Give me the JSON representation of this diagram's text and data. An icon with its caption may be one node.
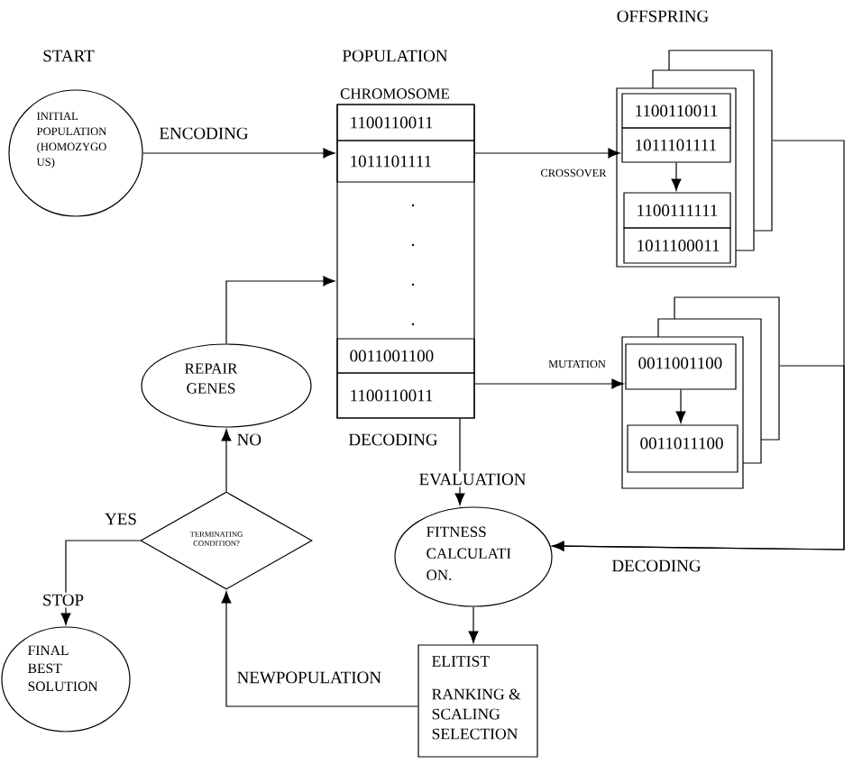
{
  "diagram": {
    "nodes": [
      {
        "text": [
          "INITIAL POPULATION (HOMOZYGO US)"
        ]
      },
      {
        "text": [
          "CHROMOSOME"
        ]
      },
      {
        "text": [
          "1100110011"
        ],
        "in": 1
      },
      {
        "text": [
          "1011101111"
        ],
        "in": 1
      },
      {
        "text": [
          "0011001100"
        ],
        "in": 1
      },
      {
        "text": [
          "1100110011"
        ],
        "in": 1
      },
      {
        "text": [],
        "shape": "box"
      },
      {
        "text": [
          "1100110011",
          "1011101111"
        ],
        "in": 6
      },
      {
        "text": [
          "1100111111",
          "1011100011"
        ],
        "in": 6
      },
      {
        "text": [],
        "shape": "box"
      },
      {
        "text": [
          "0011001100"
        ],
        "in": 9
      },
      {
        "text": [
          "0011011100"
        ],
        "in": 9
      },
      {
        "text": [
          "REPAIR GENES"
        ]
      },
      {
        "text": [
          "FITNESS CALCULATI ON."
        ]
      },
      {
        "text": [
          "TERMINATING CONDITION?"
        ]
      },
      {
        "text": [
          "FINAL BEST SOLUTION"
        ]
      },
      {
        "text": [
          "ELITIST",
          "RANKING & SCALING SELECTION"
        ]
      }
    ],
    "edges": [
      {
        "from": 0,
        "to": 3,
        "arrow": "to",
        "label": "ENCODING"
      },
      {
        "from": 3,
        "to": 7,
        "arrow": "to",
        "label": "CROSSOVER"
      },
      {
        "from": 7,
        "to": 8,
        "arrow": "to"
      },
      {
        "from": 5,
        "to": 10,
        "arrow": "to",
        "label": "MUTATION"
      },
      {
        "from": 10,
        "to": 11,
        "arrow": "to"
      },
      {
        "from": 6,
        "to": 13,
        "arrow": "to",
        "label": "DECODING"
      },
      {
        "from": 9,
        "to": 13,
        "arrow": "to"
      },
      {
        "from": 1,
        "to": 13,
        "arrow": "to",
        "label": "EVALUATION"
      },
      {
        "from": 13,
        "to": 16,
        "arrow": "to"
      },
      {
        "from": 16,
        "to": 14,
        "arrow": "to",
        "label": "NEWPOPULATION"
      },
      {
        "from": 14,
        "to": 12,
        "arrow": "to",
        "label": "NO"
      },
      {
        "from": 12,
        "to": 1,
        "arrow": "to"
      },
      {
        "from": 14,
        "to": 15,
        "arrow": "to",
        "label": "YES"
      }
    ],
    "labels": [
      "OFFSPRING",
      "START",
      "POPULATION",
      "DECODING",
      "STOP"
    ]
  }
}
